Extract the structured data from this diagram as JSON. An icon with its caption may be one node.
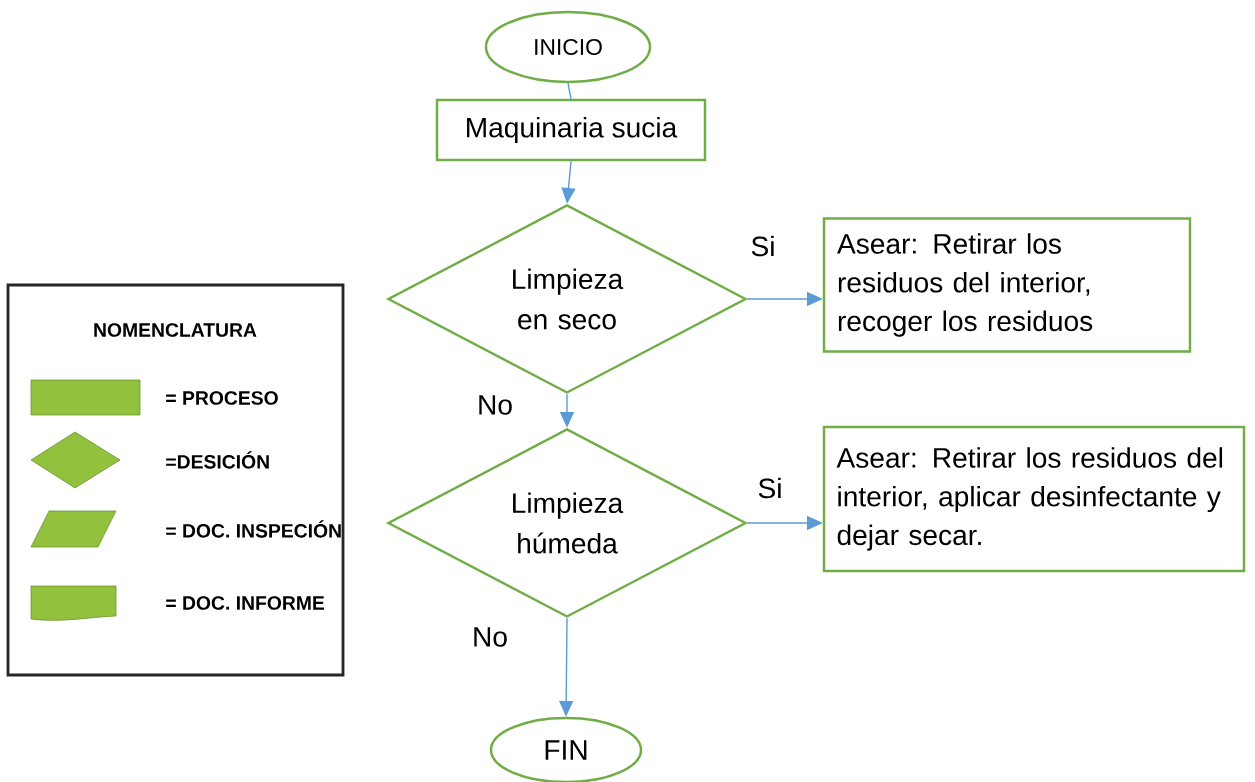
{
  "diagram": {
    "nodes": [
      {
        "text": [
          "INICIO"
        ]
      },
      {
        "text": [
          "Maquinaria sucia"
        ]
      },
      {
        "text": [
          "Limpieza en seco"
        ]
      },
      {
        "text": [
          "Asear: Retirar los residuos del interior, recoger los residuos"
        ]
      },
      {
        "text": [
          "Limpieza húmeda"
        ]
      },
      {
        "text": [
          "Asear: Retirar los residuos del interior, aplicar desinfectante y dejar secar."
        ]
      },
      {
        "text": [
          "FIN"
        ]
      }
    ],
    "edges": [
      {
        "from": 0,
        "to": 1,
        "arrow": "none"
      },
      {
        "from": 1,
        "to": 2,
        "arrow": "to"
      },
      {
        "from": 2,
        "to": 3,
        "arrow": "to",
        "label": "Si"
      },
      {
        "from": 2,
        "to": 4,
        "arrow": "to",
        "label": "No"
      },
      {
        "from": 4,
        "to": 5,
        "arrow": "to",
        "label": "Si"
      },
      {
        "from": 4,
        "to": 6,
        "arrow": "to",
        "label": "No"
      }
    ],
    "labels": [
      "NOMENCLATURA"
    ],
    "legend": [
      {
        "text": "= PROCESO"
      },
      {
        "text": "=DESICIÓN"
      },
      {
        "text": "= DOC. INSPECIÓN"
      },
      {
        "text": "= DOC. INFORME"
      }
    ]
  }
}
